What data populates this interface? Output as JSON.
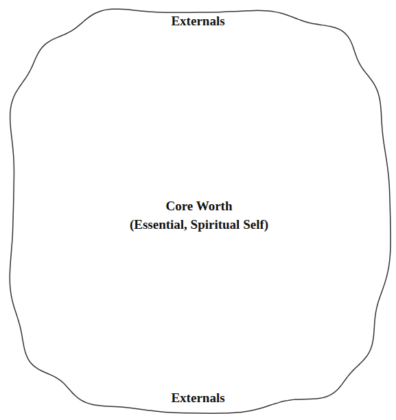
{
  "diagram": {
    "nodes": [
      {
        "text": [
          "Externals",
          "Externals"
        ]
      },
      {
        "text": [
          "Core Worth",
          "(Essential, Spiritual Self)"
        ],
        "in": 0
      }
    ]
  }
}
